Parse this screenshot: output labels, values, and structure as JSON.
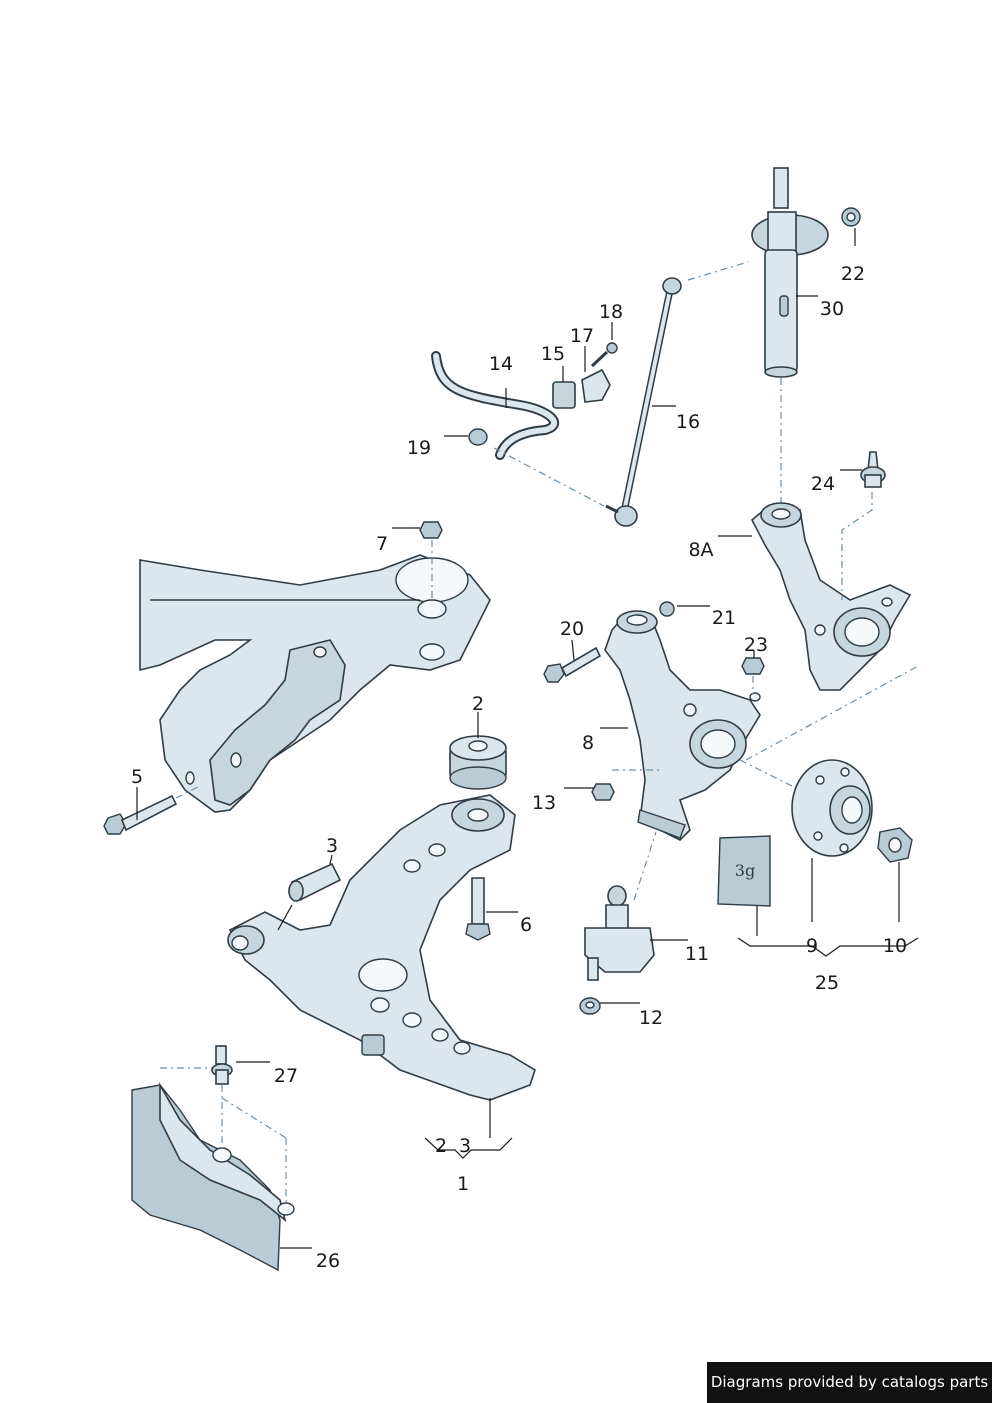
{
  "footer": {
    "credit": "Diagrams provided by catalogs parts"
  },
  "labels": {
    "l1": "1",
    "l2": "2",
    "l3": "3",
    "l2b": "2",
    "l3b": "3",
    "l5": "5",
    "l6": "6",
    "l7": "7",
    "l8": "8",
    "l8a": "8A",
    "l9": "9",
    "l10": "10",
    "l11": "11",
    "l12": "12",
    "l13": "13",
    "l14": "14",
    "l15": "15",
    "l16": "16",
    "l17": "17",
    "l18": "18",
    "l19": "19",
    "l20": "20",
    "l21": "21",
    "l22": "22",
    "l23": "23",
    "l24": "24",
    "l25": "25",
    "l26": "26",
    "l27": "27",
    "l30": "30"
  },
  "grease_label": "3g"
}
